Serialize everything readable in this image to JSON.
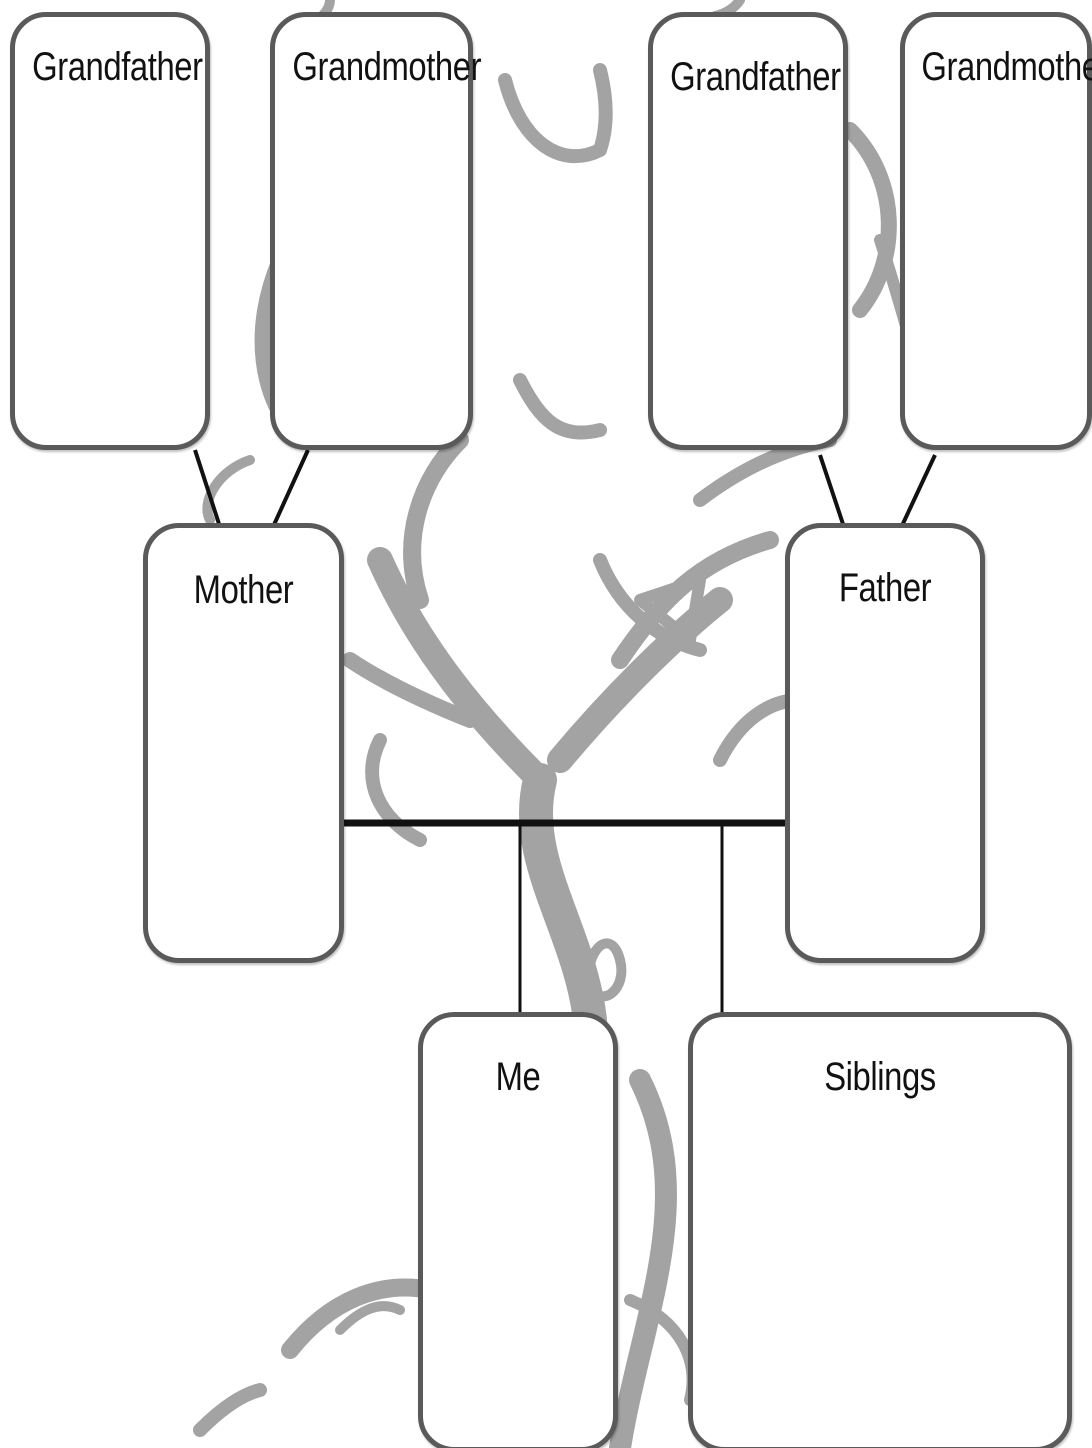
{
  "diagram": {
    "boxes": {
      "maternal_grandfather": "Grandfather",
      "maternal_grandmother": "Grandmother",
      "paternal_grandfather": "Grandfather",
      "paternal_grandmother": "Grandmother",
      "mother": "Mother",
      "father": "Father",
      "me": "Me",
      "siblings": "Siblings"
    },
    "colors": {
      "box_border": "#5a5a5a",
      "connector": "#111111",
      "background_tree": "#9e9e9e"
    },
    "background_icon": "tree-watermark-icon"
  }
}
